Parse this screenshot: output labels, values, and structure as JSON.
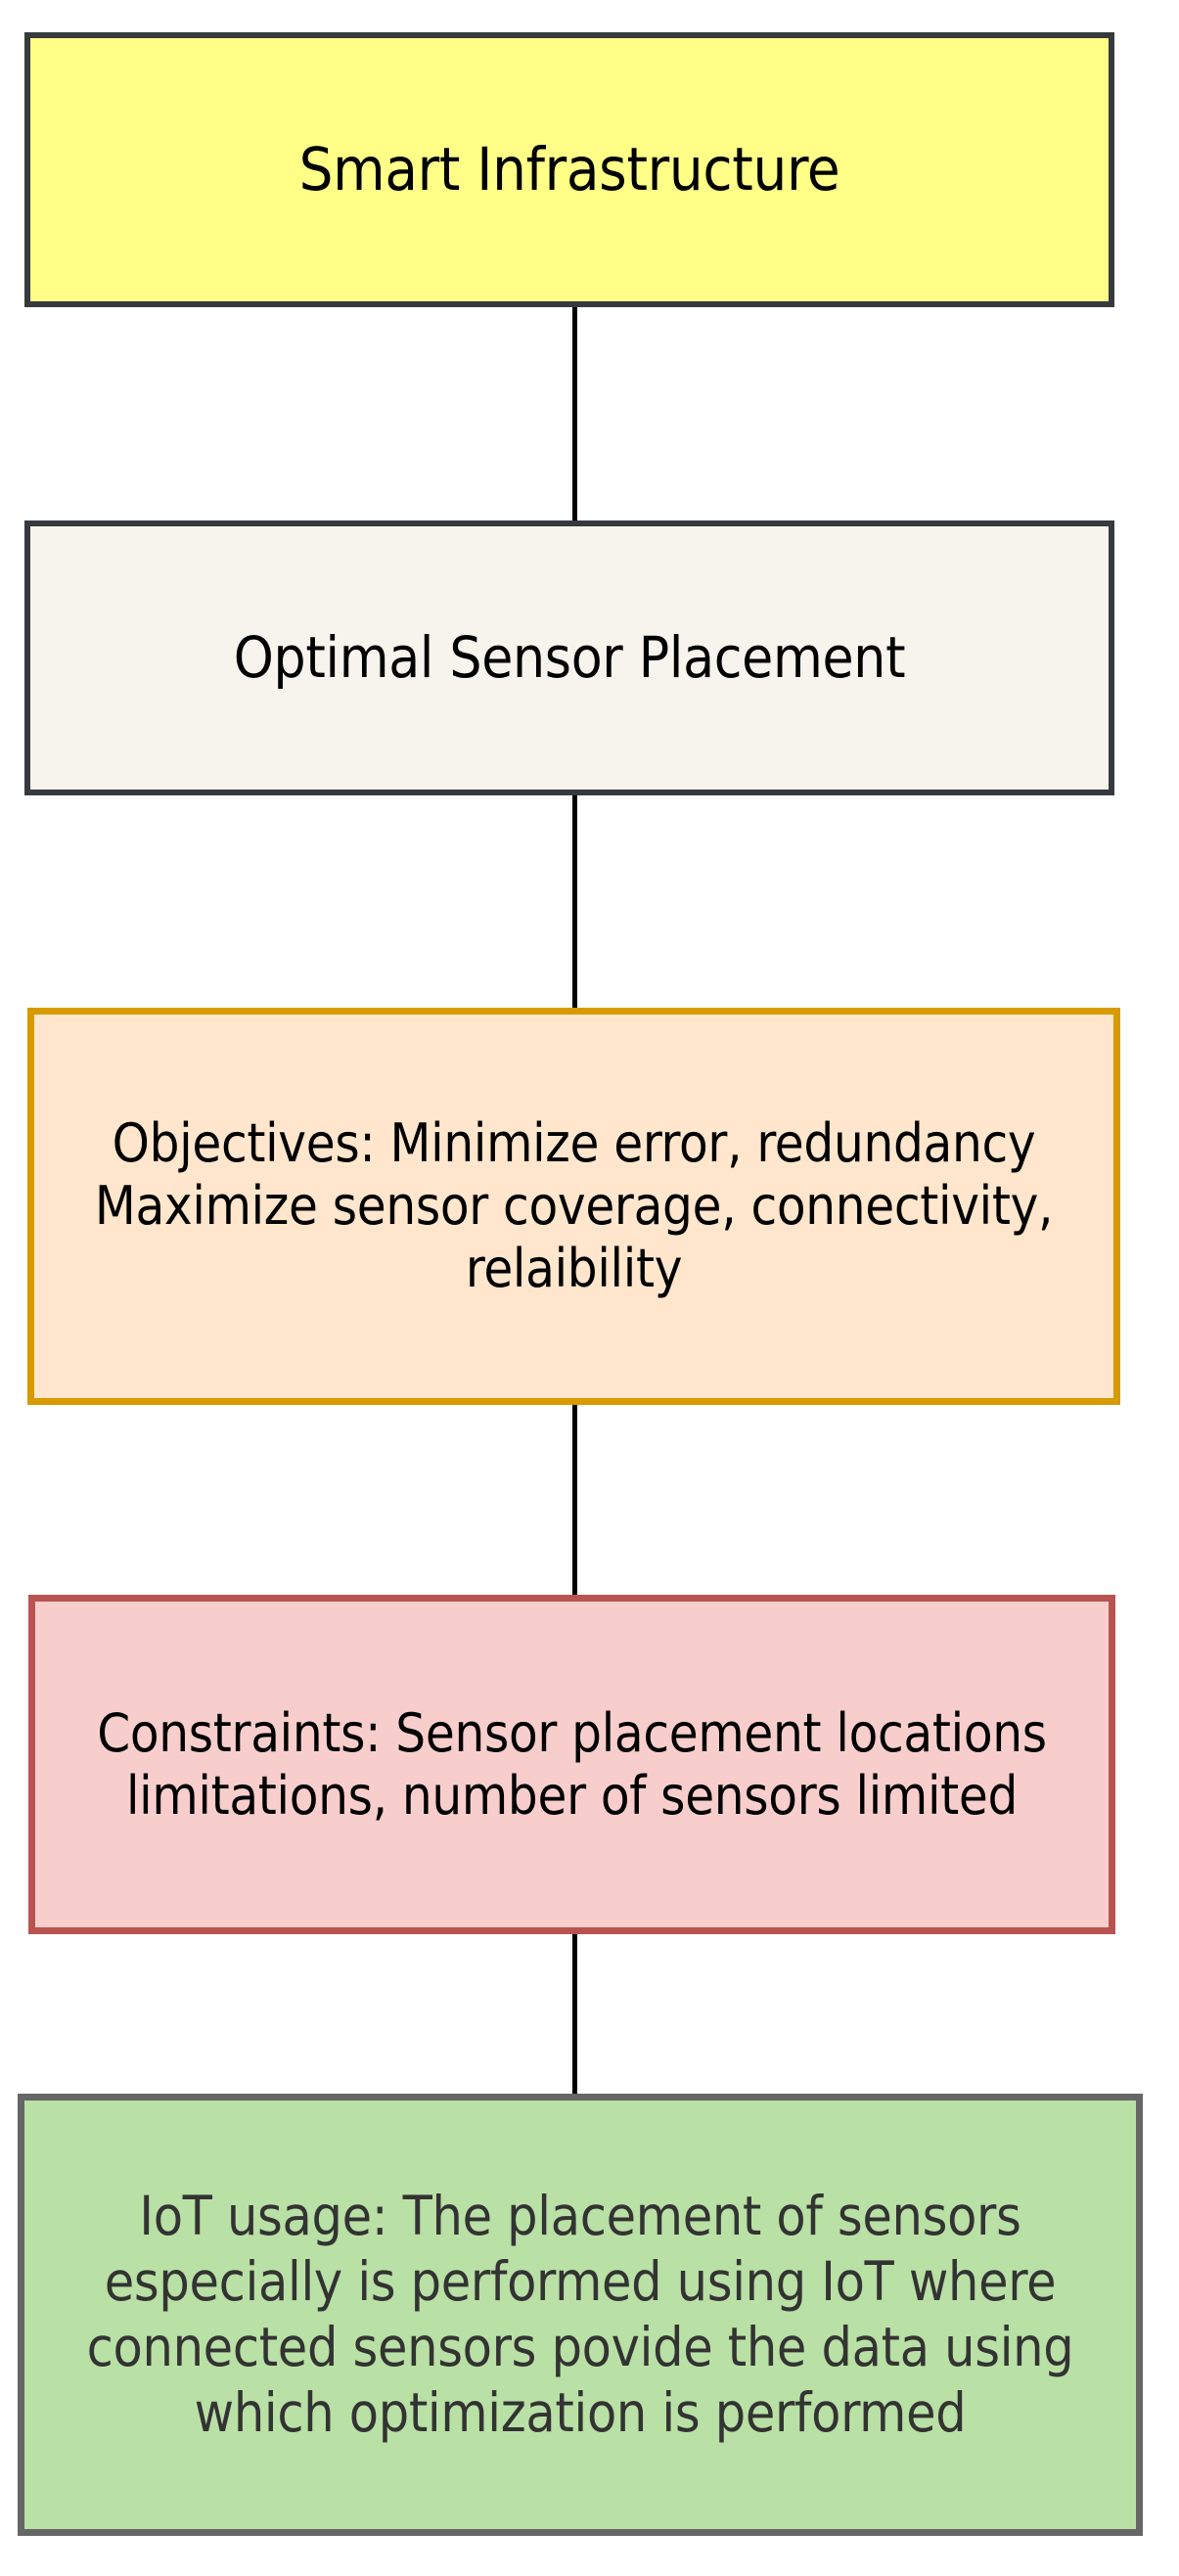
{
  "diagram": {
    "title": "Smart Infrastructure Optimal Sensor Placement Flowchart",
    "type": "vertical-flowchart",
    "orientation": "top-to-bottom",
    "background_color": "#FFFFFF",
    "nodes": [
      {
        "id": "smart-infrastructure",
        "label": "Smart Infrastructure",
        "fill": "#FFFF88",
        "stroke": "#36393D",
        "text_color": "#000000"
      },
      {
        "id": "optimal-sensor-placement",
        "label": "Optimal Sensor Placement",
        "fill": "#F7F4EE",
        "stroke": "#36393D",
        "text_color": "#000000"
      },
      {
        "id": "objectives",
        "label": "Objectives: Minimize error, redundancy\nMaximize sensor coverage, connectivity, relaibility",
        "fill": "#FFE6CC",
        "stroke": "#D79B00",
        "text_color": "#000000"
      },
      {
        "id": "constraints",
        "label": "Constraints: Sensor placement locations limitations, number of sensors limited",
        "fill": "#F8CECC",
        "stroke": "#B85450",
        "text_color": "#000000"
      },
      {
        "id": "iot-usage",
        "label": "IoT usage: The placement of sensors especially is performed using IoT where connected sensors povide the data using which optimization is performed",
        "fill": "#B9E0A5",
        "stroke": "#666666",
        "text_color": "#333333"
      }
    ],
    "edges": [
      {
        "id": "edge-1",
        "from": "smart-infrastructure",
        "to": "optimal-sensor-placement",
        "color": "#000000",
        "style": "solid-line"
      },
      {
        "id": "edge-2",
        "from": "optimal-sensor-placement",
        "to": "objectives",
        "color": "#000000",
        "style": "solid-line"
      },
      {
        "id": "edge-3",
        "from": "objectives",
        "to": "constraints",
        "color": "#000000",
        "style": "solid-line"
      },
      {
        "id": "edge-4",
        "from": "constraints",
        "to": "iot-usage",
        "color": "#000000",
        "style": "solid-line"
      }
    ]
  }
}
